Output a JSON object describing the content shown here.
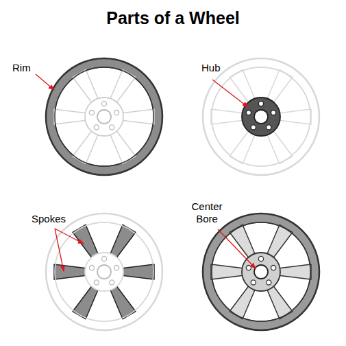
{
  "diagram": {
    "title": "Parts of a Wheel",
    "labels": [
      "Rim",
      "Hub",
      "Spokes",
      "Center Bore"
    ]
  }
}
